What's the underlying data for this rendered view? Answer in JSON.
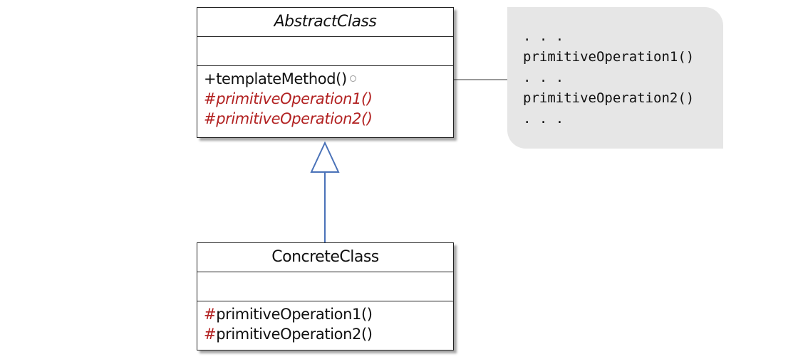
{
  "abstract_class": {
    "name": "AbstractClass",
    "operations": [
      {
        "visibility": "+",
        "name": "templateMethod()",
        "abstract": false
      },
      {
        "visibility": "#",
        "name": "primitiveOperation1()",
        "abstract": true
      },
      {
        "visibility": "#",
        "name": "primitiveOperation2()",
        "abstract": true
      }
    ]
  },
  "concrete_class": {
    "name": "ConcreteClass",
    "operations": [
      {
        "visibility": "#",
        "name": "primitiveOperation1()"
      },
      {
        "visibility": "#",
        "name": "primitiveOperation2()"
      }
    ]
  },
  "note": {
    "lines": [
      ". . .",
      "primitiveOperation1()",
      ". . .",
      "primitiveOperation2()",
      ". . ."
    ]
  },
  "colors": {
    "abstract_operation": "#b22222",
    "inheritance_arrow": "#4a72b8",
    "note_background": "#e6e6e6",
    "note_connector": "#9a9a9a"
  }
}
